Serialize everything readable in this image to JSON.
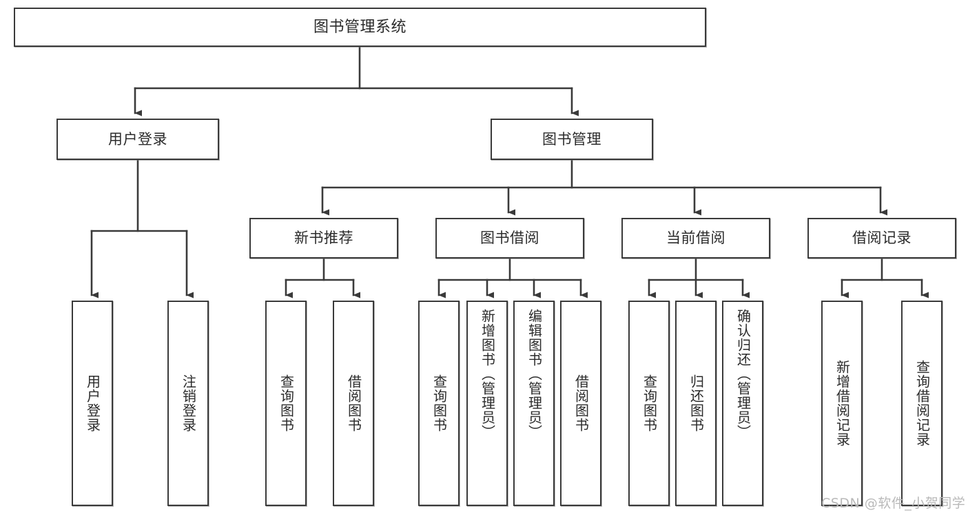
{
  "diagram": {
    "title": "图书管理系统",
    "watermark": "CSDN @软件_小贺同学",
    "stroke_color": "#3a3a3a",
    "background_color": "#ffffff",
    "text_color": "#2b2b2b",
    "watermark_color": "#b9b9b9",
    "levels": {
      "root": "图书管理系统",
      "level2": [
        "用户登录",
        "图书管理"
      ],
      "level3": [
        "新书推荐",
        "图书借阅",
        "当前借阅",
        "借阅记录"
      ]
    },
    "nodes": {
      "root": "图书管理系统",
      "user_login": "用户登录",
      "book_manage": "图书管理",
      "new_book_rec": "新书推荐",
      "book_borrow": "图书借阅",
      "current_borrow": "当前借阅",
      "borrow_record": "借阅记录",
      "leaf_user_login": "用户登录",
      "leaf_logout": "注销登录",
      "leaf_query_book_1": "查询图书",
      "leaf_borrow_book_1": "借阅图书",
      "leaf_query_book_2": "查询图书",
      "leaf_add_book_admin": "新增图书（管理员）",
      "leaf_edit_book_admin": "编辑图书（管理员）",
      "leaf_borrow_book_2": "借阅图书",
      "leaf_query_book_3": "查询图书",
      "leaf_return_book": "归还图书",
      "leaf_confirm_return_admin": "确认归还（管理员）",
      "leaf_add_borrow_record": "新增借阅记录",
      "leaf_query_borrow_record": "查询借阅记录"
    }
  }
}
